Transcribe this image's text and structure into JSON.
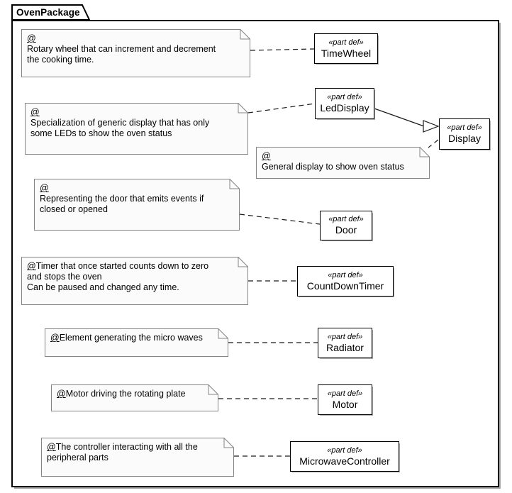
{
  "package": {
    "title": "OvenPackage"
  },
  "colors": {
    "note_background": "#fbfbfb",
    "note_border": "#848484",
    "box_border": "#000000",
    "shadow": "#a9a9a9"
  },
  "notes": [
    {
      "at": "@",
      "first": "",
      "lines": [
        "Rotary wheel that can increment and decrement",
        "the cooking time."
      ]
    },
    {
      "at": "@",
      "first": "",
      "lines": [
        "Specialization of generic display that has only",
        "some LEDs to show the oven status"
      ]
    },
    {
      "at": "@",
      "first": "",
      "lines": [
        "General display to show oven status"
      ]
    },
    {
      "at": "@",
      "first": "",
      "lines": [
        "Representing the door that emits events if",
        "closed or opened"
      ]
    },
    {
      "at": "@",
      "first": "Timer that once started counts down to zero",
      "lines": [
        "and stops the oven",
        "Can be paused and changed any time."
      ]
    },
    {
      "at": "@",
      "first": "Element generating the micro waves",
      "lines": []
    },
    {
      "at": "@",
      "first": "Motor driving the rotating plate",
      "lines": []
    },
    {
      "at": "@",
      "first": "The controller interacting with all the",
      "lines": [
        "peripheral parts"
      ]
    }
  ],
  "parts": [
    {
      "stereotype": "«part def»",
      "name": "TimeWheel"
    },
    {
      "stereotype": "«part def»",
      "name": "LedDisplay"
    },
    {
      "stereotype": "«part def»",
      "name": "Display"
    },
    {
      "stereotype": "«part def»",
      "name": "Door"
    },
    {
      "stereotype": "«part def»",
      "name": "CountDownTimer"
    },
    {
      "stereotype": "«part def»",
      "name": "Radiator"
    },
    {
      "stereotype": "«part def»",
      "name": "Motor"
    },
    {
      "stereotype": "«part def»",
      "name": "MicrowaveController"
    }
  ]
}
